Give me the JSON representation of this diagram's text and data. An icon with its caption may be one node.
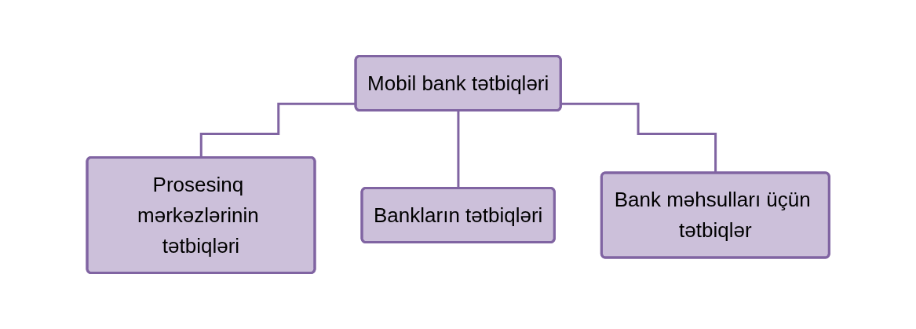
{
  "diagram": {
    "nodes": [
      {
        "text": [
          "Mobil bank tətbiqləri"
        ]
      },
      {
        "text": [
          "Prosesinq mərkəzlərinin tətbiqləri"
        ]
      },
      {
        "text": [
          "Bankların tətbiqləri"
        ]
      },
      {
        "text": [
          "Bank məhsulları üçün tətbiqlər"
        ]
      }
    ],
    "edges": [
      {
        "from": 0,
        "to": 1,
        "arrow": "none"
      },
      {
        "from": 0,
        "to": 2,
        "arrow": "none"
      },
      {
        "from": 0,
        "to": 3,
        "arrow": "none"
      }
    ]
  }
}
